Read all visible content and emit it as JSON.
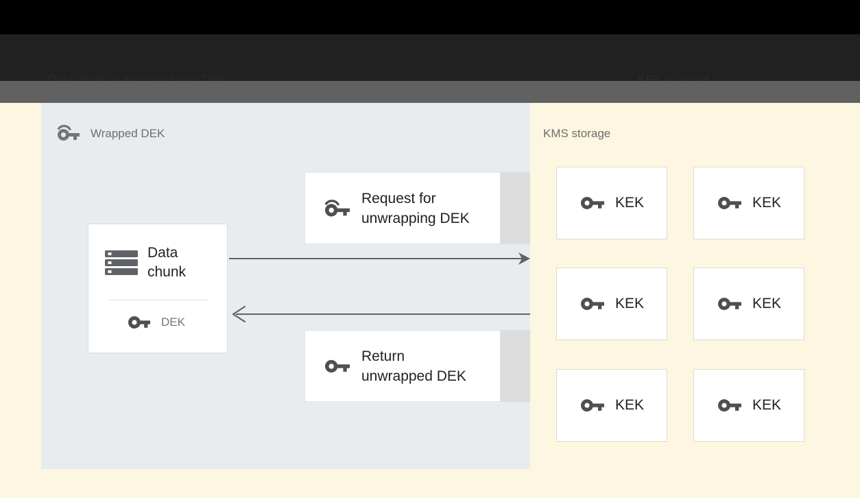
{
  "header": {
    "left_caption": "Data chunk is encrypted with DEK\nand is stored with wrapped DEK",
    "right_caption": "KEK is stored\nin Google's KMS"
  },
  "left_panel": {
    "title": "Wrapped DEK",
    "title_icon": "wrapped-key-icon",
    "data_card": {
      "icon": "data-chunk-icon",
      "label": "Data\nchunk",
      "key_icon": "key-icon",
      "key_label": "DEK"
    },
    "messages": [
      {
        "icon": "wrapped-key-icon",
        "label": "Request for\nunwrapping DEK",
        "direction": "right"
      },
      {
        "icon": "key-icon",
        "label": "Return\nunwrapped DEK",
        "direction": "left"
      }
    ],
    "arrows": [
      {
        "name": "request-arrow",
        "direction": "right"
      },
      {
        "name": "return-arrow",
        "direction": "left"
      }
    ]
  },
  "right_panel": {
    "title": "KMS storage",
    "keks": [
      {
        "icon": "key-icon",
        "label": "KEK"
      },
      {
        "icon": "key-icon",
        "label": "KEK"
      },
      {
        "icon": "key-icon",
        "label": "KEK"
      },
      {
        "icon": "key-icon",
        "label": "KEK"
      },
      {
        "icon": "key-icon",
        "label": "KEK"
      },
      {
        "icon": "key-icon",
        "label": "KEK"
      }
    ]
  },
  "colors": {
    "page_background": "#fdf6e0",
    "left_panel": "#e8ecef",
    "chrome_black": "#000000",
    "chrome_dark": "#212121",
    "chrome_gray": "#616161",
    "icon_gray": "#616161",
    "text_dark": "#222222",
    "text_muted": "#757575"
  }
}
